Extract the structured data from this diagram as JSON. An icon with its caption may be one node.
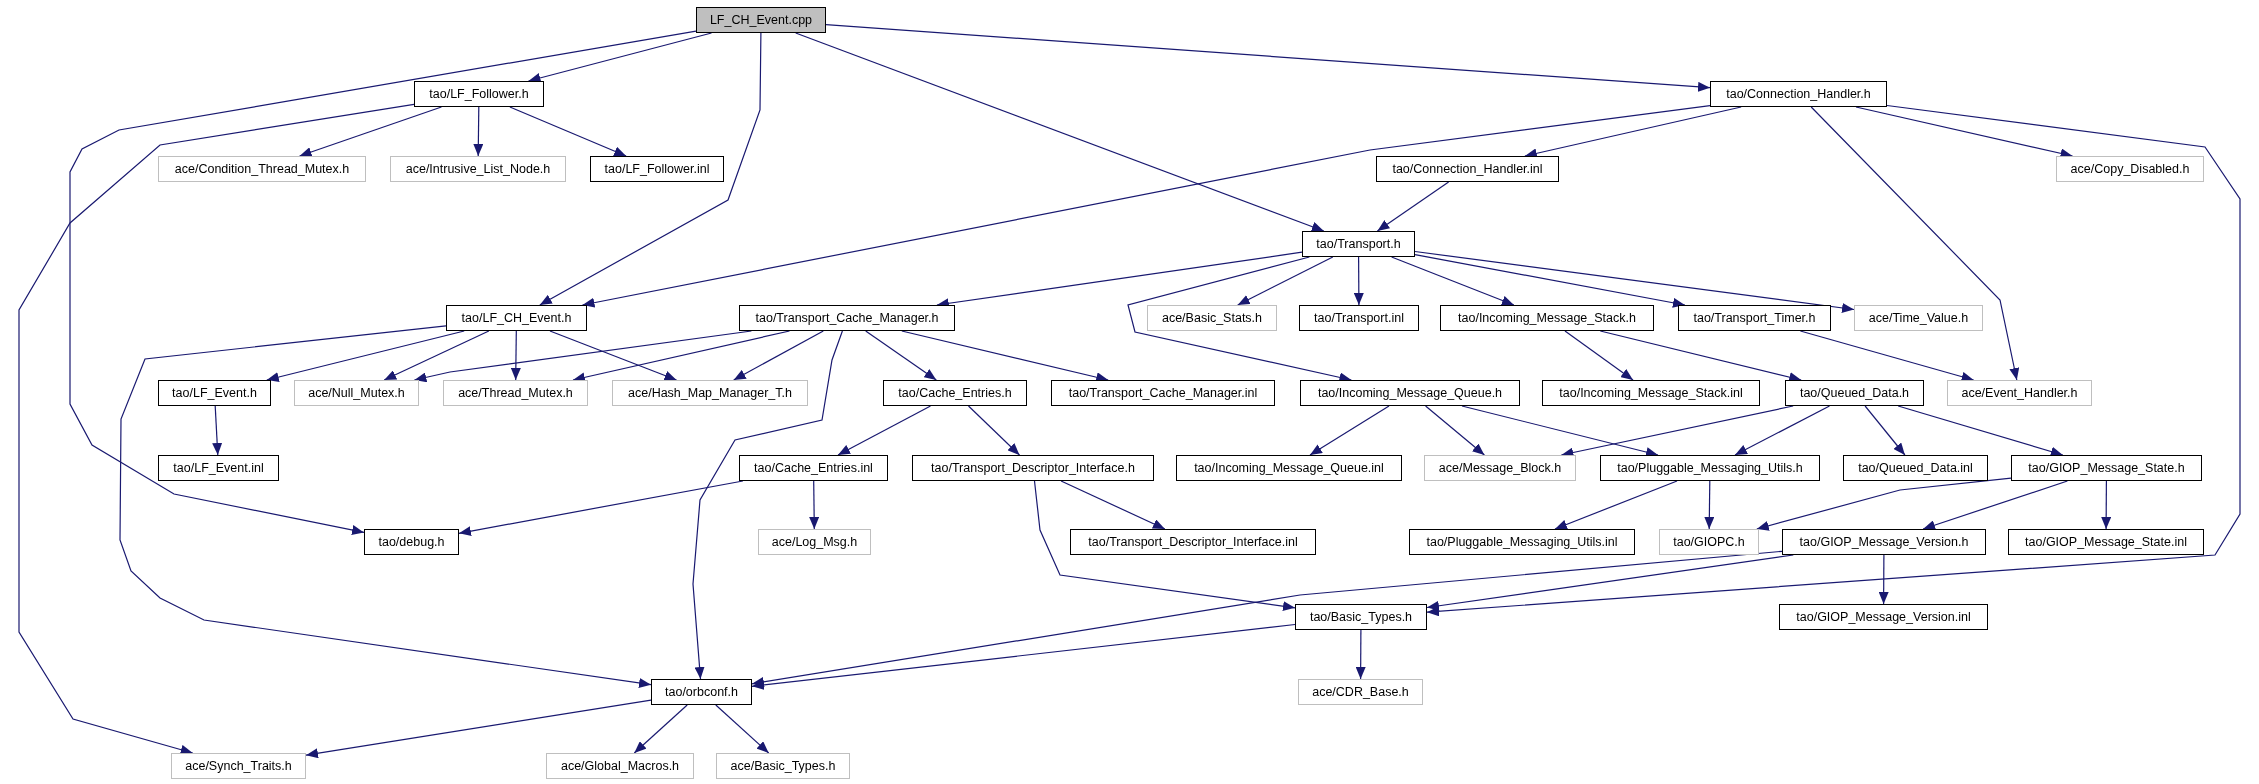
{
  "diagram": {
    "nodes": [
      {
        "text": [
          "LF_CH_Event.cpp"
        ]
      },
      {
        "text": [
          "tao/LF_Follower.h"
        ]
      },
      {
        "text": [
          "tao/Connection_Handler.h"
        ]
      },
      {
        "text": [
          "ace/Condition_Thread_Mutex.h"
        ]
      },
      {
        "text": [
          "ace/Intrusive_List_Node.h"
        ]
      },
      {
        "text": [
          "tao/LF_Follower.inl"
        ]
      },
      {
        "text": [
          "tao/Connection_Handler.inl"
        ]
      },
      {
        "text": [
          "ace/Copy_Disabled.h"
        ]
      },
      {
        "text": [
          "tao/Transport.h"
        ]
      },
      {
        "text": [
          "tao/LF_CH_Event.h"
        ]
      },
      {
        "text": [
          "tao/Transport_Cache_Manager.h"
        ]
      },
      {
        "text": [
          "ace/Basic_Stats.h"
        ]
      },
      {
        "text": [
          "tao/Transport.inl"
        ]
      },
      {
        "text": [
          "tao/Incoming_Message_Stack.h"
        ]
      },
      {
        "text": [
          "tao/Transport_Timer.h"
        ]
      },
      {
        "text": [
          "ace/Time_Value.h"
        ]
      },
      {
        "text": [
          "tao/LF_Event.h"
        ]
      },
      {
        "text": [
          "ace/Null_Mutex.h"
        ]
      },
      {
        "text": [
          "ace/Thread_Mutex.h"
        ]
      },
      {
        "text": [
          "ace/Hash_Map_Manager_T.h"
        ]
      },
      {
        "text": [
          "tao/Cache_Entries.h"
        ]
      },
      {
        "text": [
          "tao/Transport_Cache_Manager.inl"
        ]
      },
      {
        "text": [
          "tao/Incoming_Message_Queue.h"
        ]
      },
      {
        "text": [
          "tao/Incoming_Message_Stack.inl"
        ]
      },
      {
        "text": [
          "tao/Queued_Data.h"
        ]
      },
      {
        "text": [
          "ace/Event_Handler.h"
        ]
      },
      {
        "text": [
          "tao/LF_Event.inl"
        ]
      },
      {
        "text": [
          "tao/Cache_Entries.inl"
        ]
      },
      {
        "text": [
          "tao/Transport_Descriptor_Interface.h"
        ]
      },
      {
        "text": [
          "tao/Incoming_Message_Queue.inl"
        ]
      },
      {
        "text": [
          "ace/Message_Block.h"
        ]
      },
      {
        "text": [
          "tao/Pluggable_Messaging_Utils.h"
        ]
      },
      {
        "text": [
          "tao/Queued_Data.inl"
        ]
      },
      {
        "text": [
          "tao/GIOP_Message_State.h"
        ]
      },
      {
        "text": [
          "tao/debug.h"
        ]
      },
      {
        "text": [
          "ace/Log_Msg.h"
        ]
      },
      {
        "text": [
          "tao/Transport_Descriptor_Interface.inl"
        ]
      },
      {
        "text": [
          "tao/Pluggable_Messaging_Utils.inl"
        ]
      },
      {
        "text": [
          "tao/GIOPC.h"
        ]
      },
      {
        "text": [
          "tao/GIOP_Message_Version.h"
        ]
      },
      {
        "text": [
          "tao/GIOP_Message_State.inl"
        ]
      },
      {
        "text": [
          "tao/Basic_Types.h"
        ]
      },
      {
        "text": [
          "tao/GIOP_Message_Version.inl"
        ]
      },
      {
        "text": [
          "tao/orbconf.h"
        ]
      },
      {
        "text": [
          "ace/CDR_Base.h"
        ]
      },
      {
        "text": [
          "ace/Synch_Traits.h"
        ]
      },
      {
        "text": [
          "ace/Global_Macros.h"
        ]
      },
      {
        "text": [
          "ace/Basic_Types.h"
        ]
      }
    ],
    "edges": [
      {
        "from": 0,
        "to": 1,
        "arrow": "to"
      },
      {
        "from": 0,
        "to": 2,
        "arrow": "to"
      },
      {
        "from": 0,
        "to": 8,
        "arrow": "to"
      },
      {
        "from": 0,
        "to": 9,
        "arrow": "to"
      },
      {
        "from": 0,
        "to": 34,
        "arrow": "to"
      },
      {
        "from": 1,
        "to": 3,
        "arrow": "to"
      },
      {
        "from": 1,
        "to": 4,
        "arrow": "to"
      },
      {
        "from": 1,
        "to": 5,
        "arrow": "to"
      },
      {
        "from": 1,
        "to": 45,
        "arrow": "to"
      },
      {
        "from": 2,
        "to": 9,
        "arrow": "to"
      },
      {
        "from": 2,
        "to": 6,
        "arrow": "to"
      },
      {
        "from": 2,
        "to": 25,
        "arrow": "to"
      },
      {
        "from": 2,
        "to": 7,
        "arrow": "to"
      },
      {
        "from": 2,
        "to": 41,
        "arrow": "to"
      },
      {
        "from": 6,
        "to": 8,
        "arrow": "to"
      },
      {
        "from": 8,
        "to": 10,
        "arrow": "to"
      },
      {
        "from": 8,
        "to": 11,
        "arrow": "to"
      },
      {
        "from": 8,
        "to": 12,
        "arrow": "to"
      },
      {
        "from": 8,
        "to": 13,
        "arrow": "to"
      },
      {
        "from": 8,
        "to": 14,
        "arrow": "to"
      },
      {
        "from": 8,
        "to": 15,
        "arrow": "to"
      },
      {
        "from": 8,
        "to": 22,
        "arrow": "to"
      },
      {
        "from": 9,
        "to": 16,
        "arrow": "to"
      },
      {
        "from": 9,
        "to": 17,
        "arrow": "to"
      },
      {
        "from": 9,
        "to": 18,
        "arrow": "to"
      },
      {
        "from": 9,
        "to": 19,
        "arrow": "to"
      },
      {
        "from": 9,
        "to": 43,
        "arrow": "to"
      },
      {
        "from": 10,
        "to": 17,
        "arrow": "to"
      },
      {
        "from": 10,
        "to": 18,
        "arrow": "to"
      },
      {
        "from": 10,
        "to": 19,
        "arrow": "to"
      },
      {
        "from": 10,
        "to": 20,
        "arrow": "to"
      },
      {
        "from": 10,
        "to": 21,
        "arrow": "to"
      },
      {
        "from": 10,
        "to": 43,
        "arrow": "to"
      },
      {
        "from": 13,
        "to": 23,
        "arrow": "to"
      },
      {
        "from": 13,
        "to": 24,
        "arrow": "to"
      },
      {
        "from": 14,
        "to": 25,
        "arrow": "to"
      },
      {
        "from": 16,
        "to": 26,
        "arrow": "to"
      },
      {
        "from": 20,
        "to": 27,
        "arrow": "to"
      },
      {
        "from": 20,
        "to": 28,
        "arrow": "to"
      },
      {
        "from": 22,
        "to": 29,
        "arrow": "to"
      },
      {
        "from": 22,
        "to": 30,
        "arrow": "to"
      },
      {
        "from": 22,
        "to": 31,
        "arrow": "to"
      },
      {
        "from": 24,
        "to": 30,
        "arrow": "to"
      },
      {
        "from": 24,
        "to": 31,
        "arrow": "to"
      },
      {
        "from": 24,
        "to": 32,
        "arrow": "to"
      },
      {
        "from": 24,
        "to": 33,
        "arrow": "to"
      },
      {
        "from": 27,
        "to": 34,
        "arrow": "to"
      },
      {
        "from": 27,
        "to": 35,
        "arrow": "to"
      },
      {
        "from": 28,
        "to": 36,
        "arrow": "to"
      },
      {
        "from": 28,
        "to": 41,
        "arrow": "to"
      },
      {
        "from": 31,
        "to": 37,
        "arrow": "to"
      },
      {
        "from": 31,
        "to": 38,
        "arrow": "to"
      },
      {
        "from": 33,
        "to": 38,
        "arrow": "to"
      },
      {
        "from": 33,
        "to": 39,
        "arrow": "to"
      },
      {
        "from": 33,
        "to": 40,
        "arrow": "to"
      },
      {
        "from": 39,
        "to": 42,
        "arrow": "to"
      },
      {
        "from": 39,
        "to": 41,
        "arrow": "to"
      },
      {
        "from": 39,
        "to": 43,
        "arrow": "to"
      },
      {
        "from": 41,
        "to": 43,
        "arrow": "to"
      },
      {
        "from": 41,
        "to": 44,
        "arrow": "to"
      },
      {
        "from": 43,
        "to": 45,
        "arrow": "to"
      },
      {
        "from": 43,
        "to": 46,
        "arrow": "to"
      },
      {
        "from": 43,
        "to": 47,
        "arrow": "to"
      }
    ]
  }
}
